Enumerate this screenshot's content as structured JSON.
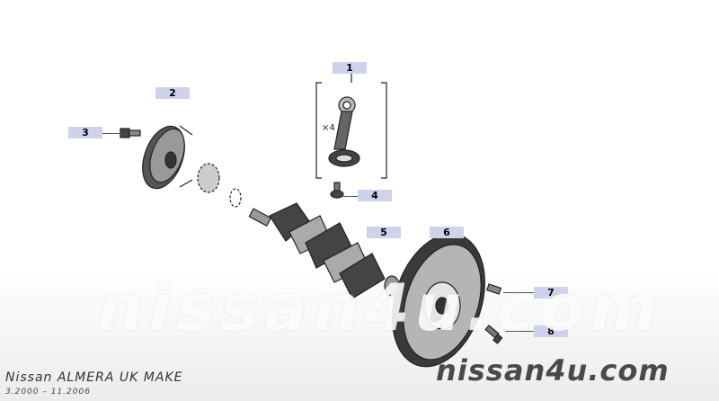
{
  "callouts": [
    {
      "number": "1",
      "part": "connecting-rod"
    },
    {
      "number": "2",
      "part": "crankshaft-pulley"
    },
    {
      "number": "3",
      "part": "pulley-bolt"
    },
    {
      "number": "4",
      "part": "rod-bolt"
    },
    {
      "number": "5",
      "part": "crankshaft"
    },
    {
      "number": "6",
      "part": "flywheel"
    },
    {
      "number": "7",
      "part": "pilot-bushing"
    },
    {
      "number": "8",
      "part": "flywheel-bolt"
    }
  ],
  "quantity_label": "×4",
  "watermark": {
    "large": "nissan4u.com",
    "small": "nissan4u.com"
  },
  "vehicle": {
    "model": "Nissan ALMERA UK MAKE",
    "dates": "3.2000 – 11.2006"
  },
  "colors": {
    "callout_bg": "#cfd2ec",
    "line": "#222222",
    "fill_dark": "#3a3a3a",
    "fill_light": "#9a9a9a"
  }
}
